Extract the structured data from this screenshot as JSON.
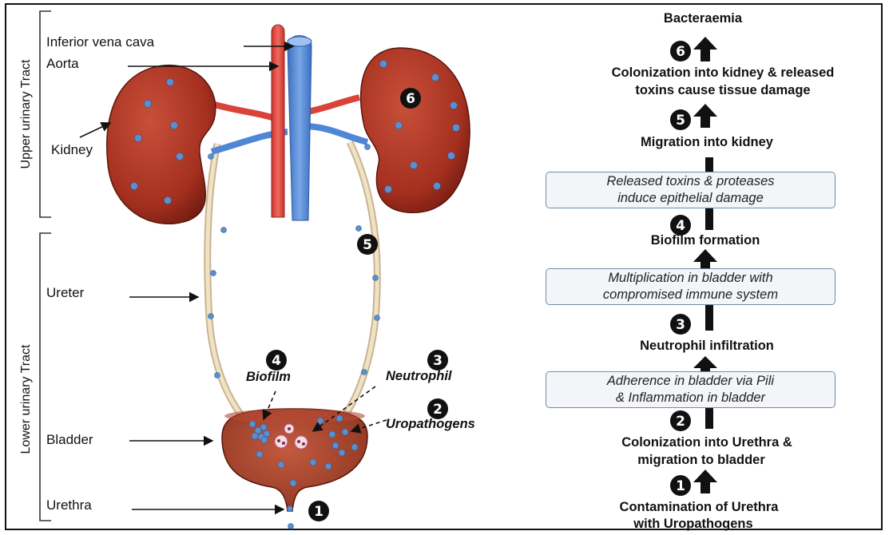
{
  "title_top": "Bacteraemia",
  "left_labels": {
    "ivc": "Inferior vena cava",
    "aorta": "Aorta",
    "kidney": "Kidney",
    "ureter": "Ureter",
    "bladder": "Bladder",
    "urethra": "Urethra",
    "upper_tract": "Upper urinary Tract",
    "lower_tract": "Lower urinary Tract"
  },
  "inline_labels": {
    "biofilm": "Biofilm",
    "neutrophil": "Neutrophil",
    "uropathogens": "Uropathogens"
  },
  "markers": {
    "m1": "1",
    "m2": "2",
    "m3": "3",
    "m4": "4",
    "m5": "5",
    "m6": "6"
  },
  "flow_steps": {
    "s6_line1": "Colonization into kidney & released",
    "s6_line2": "toxins cause tissue damage",
    "s5": "Migration into kidney",
    "s4": "Biofilm formation",
    "s3": "Neutrophil infiltration",
    "s2_line1": "Colonization into Urethra &",
    "s2_line2": "migration to bladder",
    "s1_line1": "Contamination of Urethra",
    "s1_line2": "with Uropathogens"
  },
  "flow_boxes": {
    "box1_line1": "Released toxins & proteases",
    "box1_line2": "induce epithelial damage",
    "box2_line1": "Multiplication in bladder with",
    "box2_line2": "compromised immune system",
    "box3_line1": "Adherence in bladder via Pili",
    "box3_line2": "& Inflammation in bladder"
  },
  "colors": {
    "kidney": "#a5301f",
    "aorta": "#e0463f",
    "vena_cava": "#4f86d6",
    "bacteria": "#5b8fd0",
    "ureter": "#e6d3b0",
    "box_border": "#6f8fa8"
  }
}
